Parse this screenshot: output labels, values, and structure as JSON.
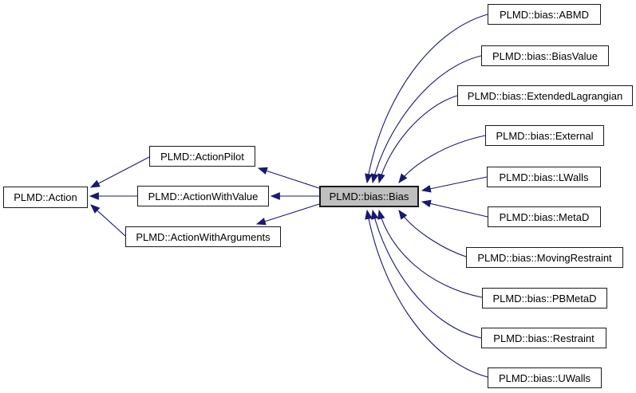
{
  "diagram": {
    "type": "inheritance-graph",
    "focus_node": "bias",
    "colors": {
      "background": "#ffffff",
      "edge": "#191970",
      "node_background": "#ffffff",
      "focus_node_background": "#bfbfbf",
      "node_border": "#1a1a1a",
      "text": "#000000"
    },
    "nodes": {
      "action": {
        "label": "PLMD::Action"
      },
      "actionPilot": {
        "label": "PLMD::ActionPilot"
      },
      "actionWithValue": {
        "label": "PLMD::ActionWithValue"
      },
      "actionWithArguments": {
        "label": "PLMD::ActionWithArguments"
      },
      "bias": {
        "label": "PLMD::bias::Bias"
      },
      "abmd": {
        "label": "PLMD::bias::ABMD"
      },
      "biasValue": {
        "label": "PLMD::bias::BiasValue"
      },
      "extendedLagrangian": {
        "label": "PLMD::bias::ExtendedLagrangian"
      },
      "external": {
        "label": "PLMD::bias::External"
      },
      "lwalls": {
        "label": "PLMD::bias::LWalls"
      },
      "metad": {
        "label": "PLMD::bias::MetaD"
      },
      "movingRestraint": {
        "label": "PLMD::bias::MovingRestraint"
      },
      "pbmetad": {
        "label": "PLMD::bias::PBMetaD"
      },
      "restraint": {
        "label": "PLMD::bias::Restraint"
      },
      "uwalls": {
        "label": "PLMD::bias::UWalls"
      }
    },
    "edges": [
      {
        "from": "actionPilot",
        "to": "action"
      },
      {
        "from": "actionWithValue",
        "to": "action"
      },
      {
        "from": "actionWithArguments",
        "to": "action"
      },
      {
        "from": "bias",
        "to": "actionPilot"
      },
      {
        "from": "bias",
        "to": "actionWithValue"
      },
      {
        "from": "bias",
        "to": "actionWithArguments"
      },
      {
        "from": "abmd",
        "to": "bias"
      },
      {
        "from": "biasValue",
        "to": "bias"
      },
      {
        "from": "extendedLagrangian",
        "to": "bias"
      },
      {
        "from": "external",
        "to": "bias"
      },
      {
        "from": "lwalls",
        "to": "bias"
      },
      {
        "from": "metad",
        "to": "bias"
      },
      {
        "from": "movingRestraint",
        "to": "bias"
      },
      {
        "from": "pbmetad",
        "to": "bias"
      },
      {
        "from": "restraint",
        "to": "bias"
      },
      {
        "from": "uwalls",
        "to": "bias"
      }
    ]
  }
}
